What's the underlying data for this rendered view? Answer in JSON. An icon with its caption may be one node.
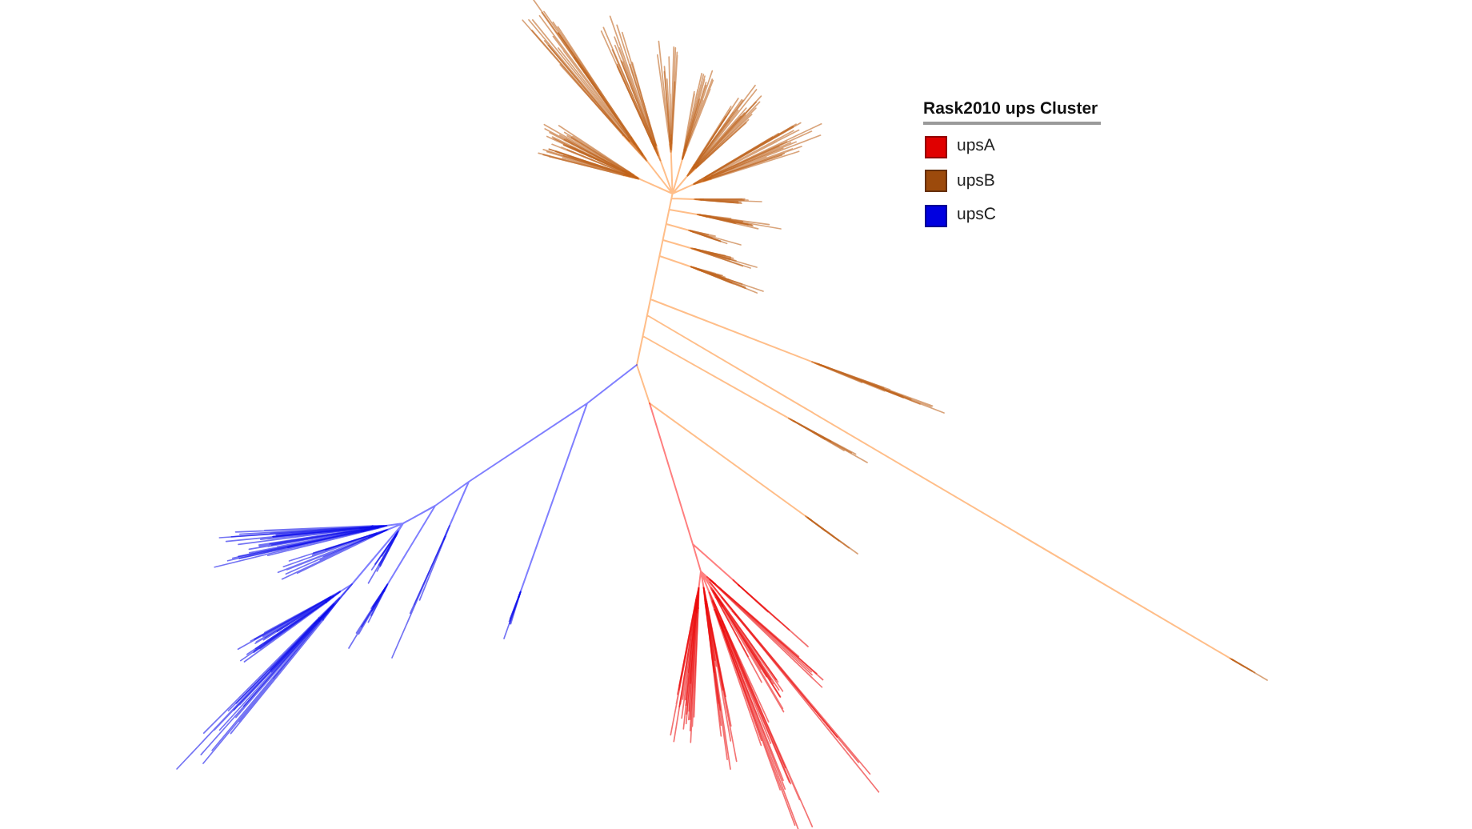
{
  "diagram": {
    "labels": [
      "Rask2010 ups Cluster"
    ],
    "legend": [
      {
        "text": "upsA",
        "color": "#e00000"
      },
      {
        "text": "upsB",
        "color": "#9c4a0c"
      },
      {
        "text": "upsC",
        "color": "#0000e0"
      }
    ]
  }
}
